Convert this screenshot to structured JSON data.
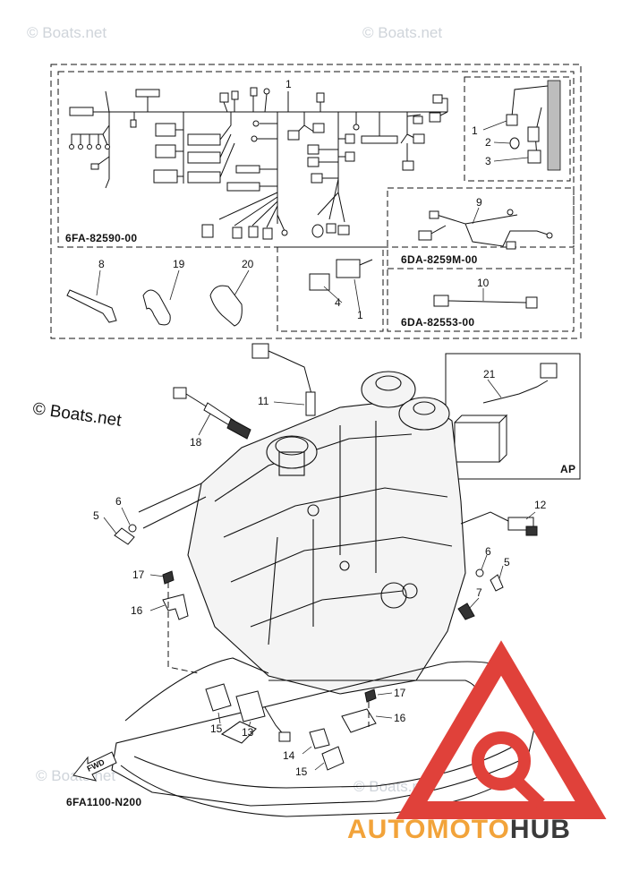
{
  "watermarks": {
    "top_left": "© Boats.net",
    "top_right": "© Boats.net",
    "bottom_left": "© Boats.net",
    "bottom_mid": "© Boats.net",
    "copyright_main": "© Boats.net"
  },
  "part_codes": {
    "main_harness": "6FA-82590-00",
    "sub_harness": "6DA-8259M-00",
    "lead": "6DA-82553-00",
    "ap_label": "AP",
    "drawing_id": "6FA1100-N200"
  },
  "direction_label": "FWD",
  "callouts": {
    "harness_1": "1",
    "inset_1": "1",
    "inset_2": "2",
    "inset_3": "3",
    "n8": "8",
    "n19": "19",
    "n20": "20",
    "n4": "4",
    "n1b": "1",
    "n9": "9",
    "n10": "10",
    "n11": "11",
    "n18": "18",
    "n21": "21",
    "n6a": "6",
    "n5a": "5",
    "n12": "12",
    "n6b": "6",
    "n5b": "5",
    "n7": "7",
    "n17a": "17",
    "n16a": "16",
    "n17b": "17",
    "n16b": "16",
    "n15a": "15",
    "n13": "13",
    "n14": "14",
    "n15b": "15"
  },
  "logo": {
    "part_a": "AUTOMOTO",
    "part_b": "HUB"
  },
  "colors": {
    "logo_red": "#e0413a",
    "logo_orange": "#f2a33a",
    "logo_dark": "#3a3a3a"
  }
}
